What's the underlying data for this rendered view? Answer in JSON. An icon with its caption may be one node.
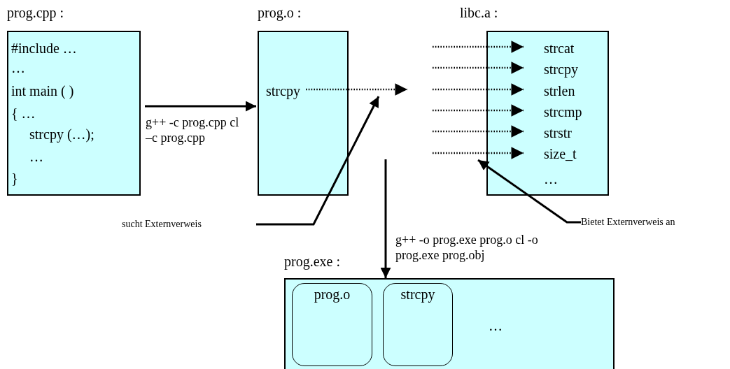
{
  "diagram": {
    "nodes": [
      {
        "text": [
          "prog.cpp :",
          "#include …",
          "…",
          "int main ( )",
          "{ …",
          "strcpy (…);",
          "…",
          "}"
        ]
      },
      {
        "text": [
          "prog.o :",
          "strcpy"
        ]
      },
      {
        "text": [
          "libc.a :",
          "strcat",
          "strcpy",
          "strlen",
          "strcmp",
          "strstr",
          "size_t",
          "…"
        ]
      },
      {
        "text": [
          "prog.exe :",
          "…"
        ]
      },
      {
        "text": [
          "prog.o"
        ],
        "in": 3
      },
      {
        "text": [
          "strcpy"
        ],
        "in": 3
      },
      {
        "text": [
          "sucht Externverweis"
        ]
      },
      {
        "text": [
          "Bietet Externverweis an"
        ]
      }
    ],
    "edges": [
      {
        "from": 0,
        "to": 1,
        "arrow": "to",
        "label": "g++ -c prog.cpp cl –c prog.cpp"
      },
      {
        "from": 1,
        "to": null,
        "arrow": "to",
        "style": "dashed"
      },
      {
        "from": null,
        "to": 2,
        "arrow": "to",
        "style": "dashed"
      },
      {
        "from": null,
        "to": 2,
        "arrow": "to",
        "style": "dashed"
      },
      {
        "from": null,
        "to": 2,
        "arrow": "to",
        "style": "dashed"
      },
      {
        "from": null,
        "to": 2,
        "arrow": "to",
        "style": "dashed"
      },
      {
        "from": null,
        "to": 2,
        "arrow": "to",
        "style": "dashed"
      },
      {
        "from": null,
        "to": 2,
        "arrow": "to",
        "style": "dashed"
      },
      {
        "from": 6,
        "to": null,
        "arrow": "to"
      },
      {
        "from": 7,
        "to": 2,
        "arrow": "to"
      },
      {
        "from": null,
        "to": 3,
        "arrow": "to",
        "label": "g++ -o prog.exe prog.o cl -o prog.exe prog.obj"
      }
    ]
  }
}
